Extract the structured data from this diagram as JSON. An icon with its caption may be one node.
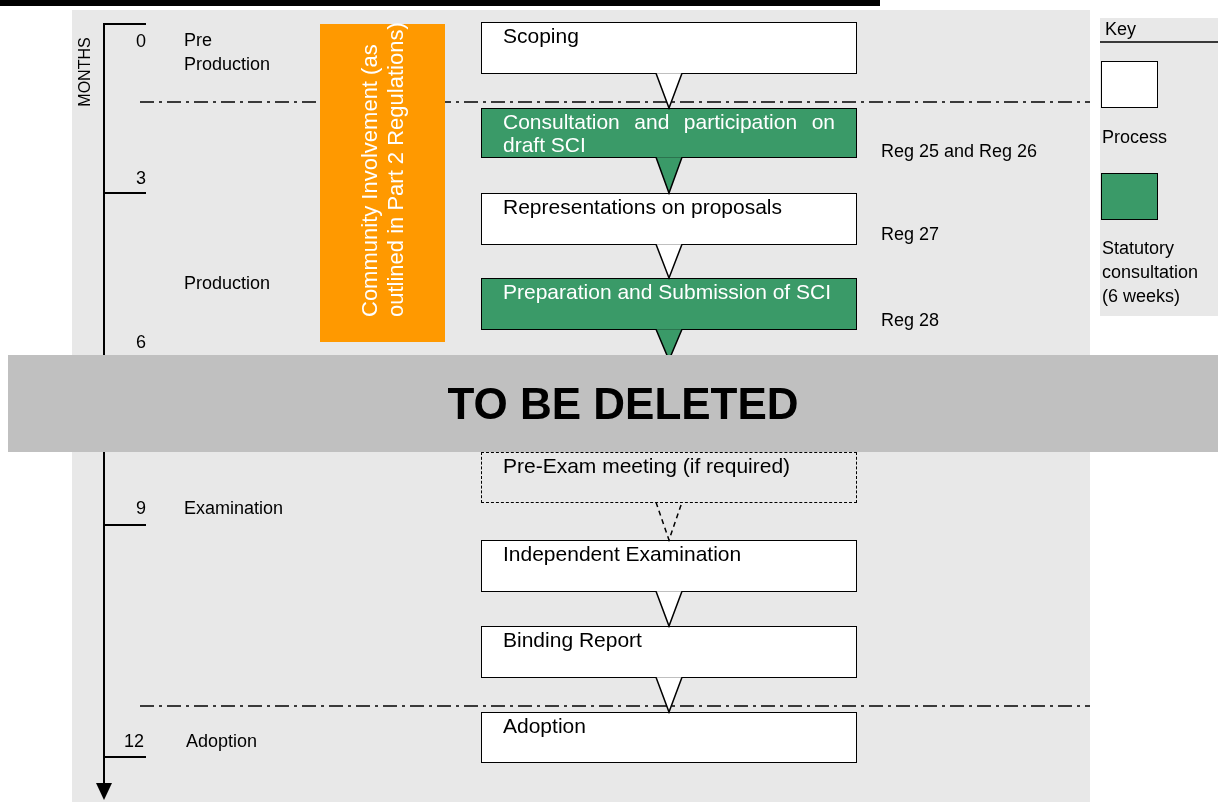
{
  "diagram": {
    "nodes": [
      {
        "text": [
          "Scoping"
        ]
      },
      {
        "text": [
          "Consultation and participation on draft SCI"
        ],
        "beside": [
          "Reg 25 and Reg 26"
        ]
      },
      {
        "text": [
          "Representations on proposals"
        ],
        "beside": [
          "Reg 27"
        ]
      },
      {
        "text": [
          "Preparation and Submission of SCI"
        ],
        "beside": [
          "Reg 28"
        ]
      },
      {
        "text": [
          "Pre-Exam meeting (if required)"
        ]
      },
      {
        "text": [
          "Independent Examination"
        ]
      },
      {
        "text": [
          "Binding Report"
        ]
      },
      {
        "text": [
          "Adoption"
        ]
      },
      {
        "text": [
          "Community Involvement (as outlined in Part 2 Regulations)"
        ]
      }
    ],
    "edges": [
      {
        "from": 0,
        "to": 1,
        "arrow": "to"
      },
      {
        "from": 1,
        "to": 2,
        "arrow": "to"
      },
      {
        "from": 2,
        "to": 3,
        "arrow": "to"
      },
      {
        "from": 3,
        "to": null,
        "arrow": "to"
      },
      {
        "from": 4,
        "to": 5,
        "arrow": "to",
        "style": "dashed"
      },
      {
        "from": 5,
        "to": 6,
        "arrow": "to"
      },
      {
        "from": 6,
        "to": 7,
        "arrow": "to"
      }
    ],
    "labels": [
      "MONTHS",
      "0",
      "Pre Production",
      "3",
      "Production",
      "6",
      "TO BE DELETED",
      "9",
      "Examination",
      "12",
      "Adoption",
      "Key"
    ],
    "legend": [
      {
        "text": "Process",
        "color": "#ffffff"
      },
      {
        "text": "Statutory consultation (6 weeks)",
        "color": "#3a9a68"
      }
    ]
  }
}
